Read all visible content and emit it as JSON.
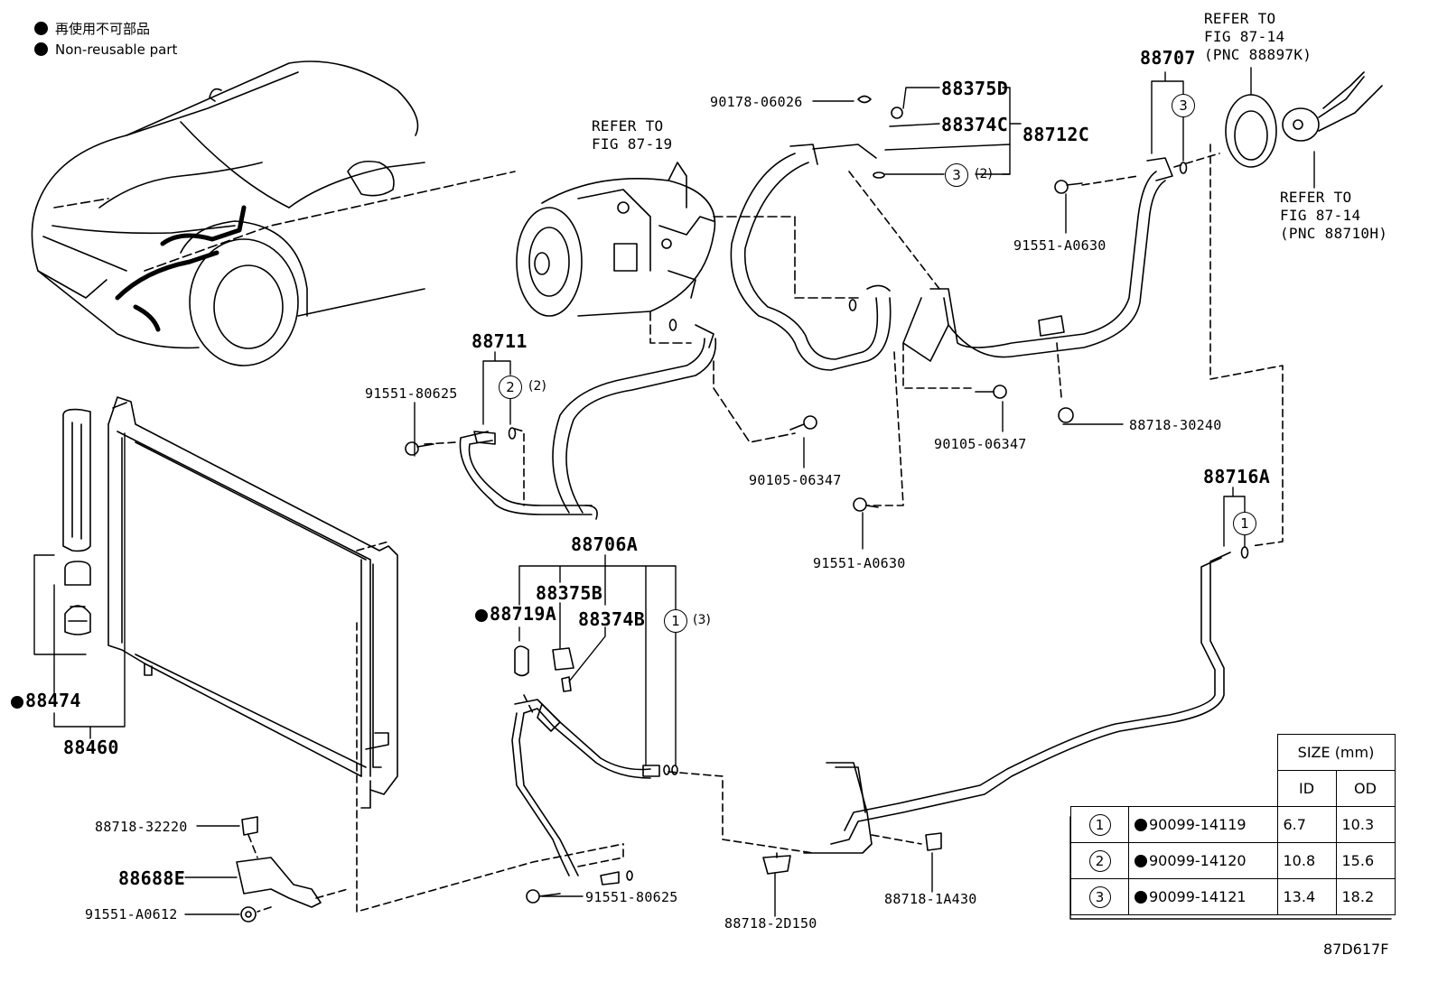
{
  "legend": {
    "jp": "再使用不可部品",
    "en": "Non-reusable part"
  },
  "refs": {
    "fig8719": "REFER TO\nFIG 87-19",
    "fig8714_a": "REFER TO\nFIG 87-14\n(PNC 88897K)",
    "fig8714_b": "REFER TO\nFIG 87-14\n(PNC 88710H)"
  },
  "parts": {
    "p90178": "90178-06026",
    "p88375D": "88375D",
    "p88374C": "88374C",
    "p88712C": "88712C",
    "p88707": "88707",
    "p91551_A0630_top": "91551-A0630",
    "p88711": "88711",
    "p91551_80625_left": "91551-80625",
    "p90105_a": "90105-06347",
    "p90105_b": "90105-06347",
    "p88718_30240": "88718-30240",
    "p91551_A0630_mid": "91551-A0630",
    "p88716A": "88716A",
    "p88706A": "88706A",
    "p88375B": "88375B",
    "p88719A": "88719A",
    "p88374B": "88374B",
    "p88474": "88474",
    "p88460": "88460",
    "p88718_32220": "88718-32220",
    "p88688E": "88688E",
    "p91551_A0612": "91551-A0612",
    "p91551_80625_low": "91551-80625",
    "p88718_2D150": "88718-2D150",
    "p88718_1A430": "88718-1A430"
  },
  "callouts": {
    "c1": "1",
    "c2": "2",
    "c3": "3",
    "q2": "(2)",
    "q3": "(3)"
  },
  "size_table": {
    "header": "SIZE (mm)",
    "id": "ID",
    "od": "OD",
    "rows": [
      {
        "n": "1",
        "part": "90099-14119",
        "id": "6.7",
        "od": "10.3"
      },
      {
        "n": "2",
        "part": "90099-14120",
        "id": "10.8",
        "od": "15.6"
      },
      {
        "n": "3",
        "part": "90099-14121",
        "id": "13.4",
        "od": "18.2"
      }
    ]
  },
  "illustration_code": "87D617F"
}
